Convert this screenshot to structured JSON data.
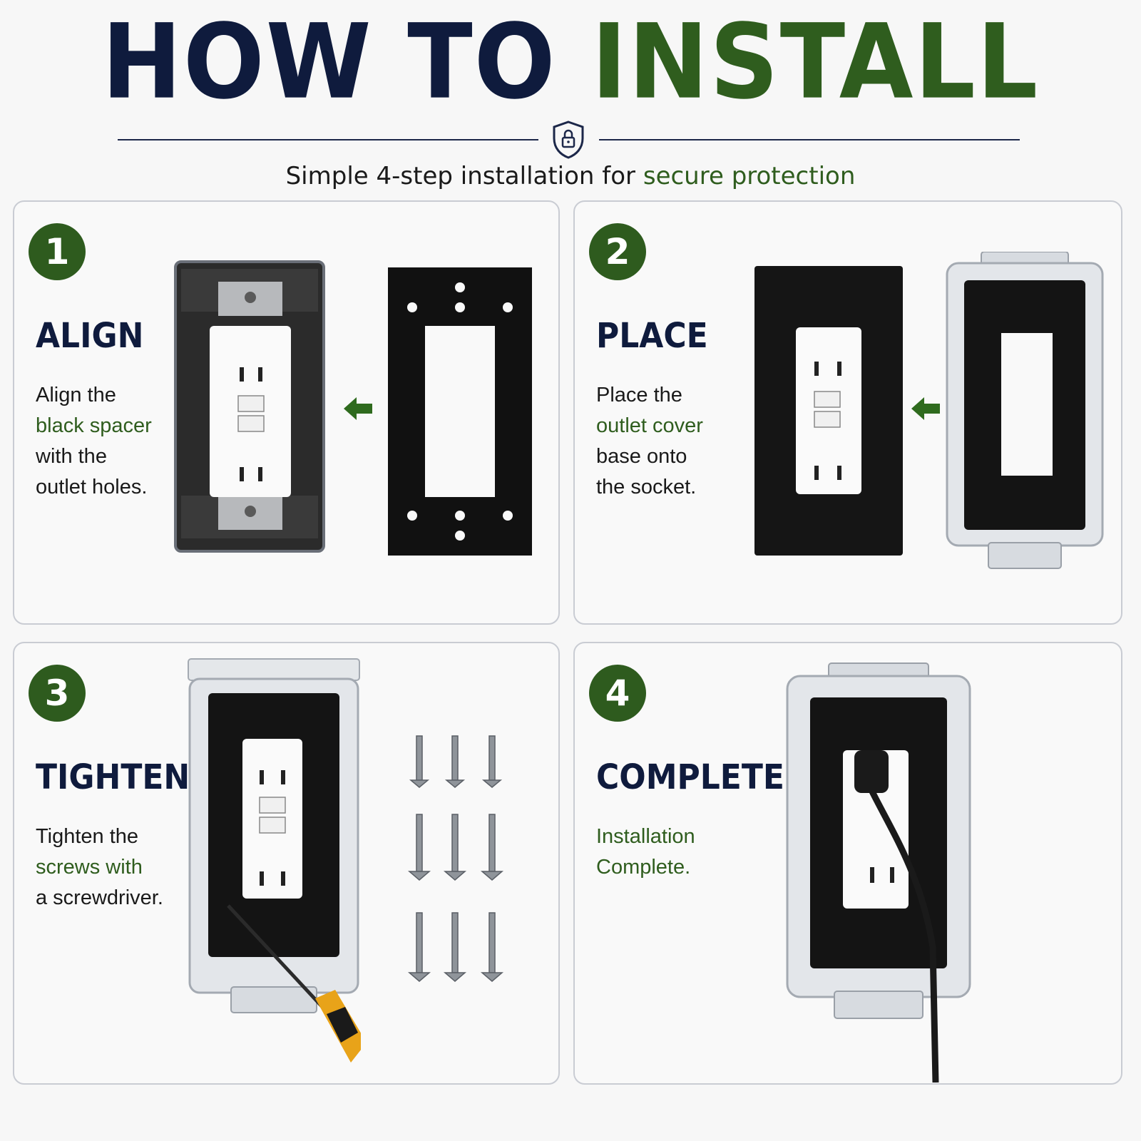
{
  "header": {
    "title_part1": "HOW TO",
    "title_part2": "INSTALL",
    "subtitle_part1": "Simple 4-step installation for ",
    "subtitle_part2": "secure protection",
    "icon": "shield-lock-icon"
  },
  "colors": {
    "navy": "#0f1b3d",
    "green": "#2f5d1e",
    "badge": "#2e5b1e"
  },
  "steps": [
    {
      "number": "1",
      "title": "ALIGN",
      "lines": [
        "Align the",
        "black spacer",
        "with the",
        "outlet holes."
      ]
    },
    {
      "number": "2",
      "title": "PLACE",
      "lines": [
        "Place the",
        "outlet cover",
        "base onto",
        "the socket."
      ]
    },
    {
      "number": "3",
      "title": "TIGHTEN",
      "lines": [
        "Tighten the",
        "screws with",
        "a screwdriver."
      ]
    },
    {
      "number": "4",
      "title": "COMPLETE",
      "lines": [
        "Installation",
        "Complete."
      ]
    }
  ]
}
